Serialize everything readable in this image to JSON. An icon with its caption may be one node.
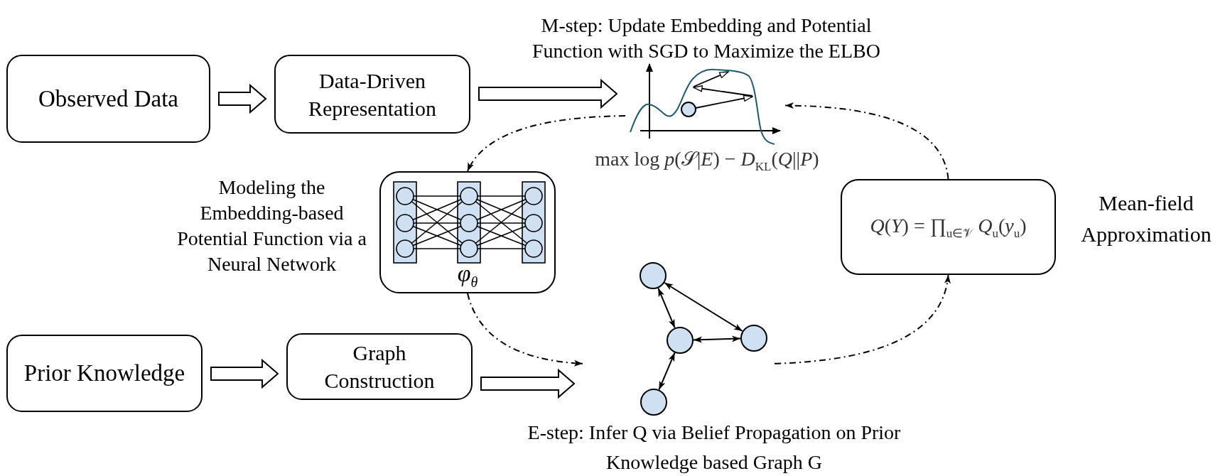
{
  "diagram": {
    "nodes": [
      {
        "text": [
          "Observed Data"
        ]
      },
      {
        "text": [
          "Data-Driven Representation"
        ]
      },
      {
        "text": [],
        "shape": "picture",
        "beside": [
          "M-step: Update Embedding and Potential Function with SGD to Maximize the ELBO",
          "max  log *p*(𝒮|*E*) − *D*$_{KL}$(*Q*||*P*)"
        ]
      },
      {
        "text": [
          "φ$_{θ}$"
        ],
        "beside": [
          "Modeling the Embedding-based Potential Function via a Neural Network"
        ]
      },
      {
        "text": [
          "*Q*(*Y*) = ∏$_{u∈𝒱}$ *Q*$_{u}$(*y*$_{u}$)"
        ],
        "beside": [
          "Mean-field Approximation"
        ]
      },
      {
        "text": [
          "Prior Knowledge"
        ]
      },
      {
        "text": [
          "Graph Construction"
        ]
      },
      {
        "text": [],
        "shape": "picture",
        "beside": [
          "E-step: Infer Q via Belief Propagation on Prior Knowledge based Graph G"
        ]
      },
      {
        "text": [],
        "shape": "circle",
        "in": 7
      },
      {
        "text": [],
        "shape": "circle",
        "in": 7
      },
      {
        "text": [],
        "shape": "circle",
        "in": 7
      },
      {
        "text": [],
        "shape": "circle",
        "in": 7
      }
    ],
    "edges": [
      {
        "from": 0,
        "to": 1,
        "arrow": "to",
        "style": "thick"
      },
      {
        "from": 1,
        "to": 2,
        "arrow": "to",
        "style": "thick"
      },
      {
        "from": 5,
        "to": 6,
        "arrow": "to",
        "style": "thick"
      },
      {
        "from": 6,
        "to": 7,
        "arrow": "to",
        "style": "thick"
      },
      {
        "from": 2,
        "to": 3,
        "arrow": "to",
        "style": "dashed"
      },
      {
        "from": 3,
        "to": 7,
        "arrow": "to",
        "style": "dashed"
      },
      {
        "from": 7,
        "to": 4,
        "arrow": "to",
        "style": "dashed"
      },
      {
        "from": 4,
        "to": 2,
        "arrow": "to",
        "style": "dashed"
      },
      {
        "from": 8,
        "to": 9,
        "arrow": "both"
      },
      {
        "from": 8,
        "to": 10,
        "arrow": "both"
      },
      {
        "from": 9,
        "to": 10,
        "arrow": "both"
      },
      {
        "from": 9,
        "to": 11,
        "arrow": "both"
      }
    ]
  }
}
